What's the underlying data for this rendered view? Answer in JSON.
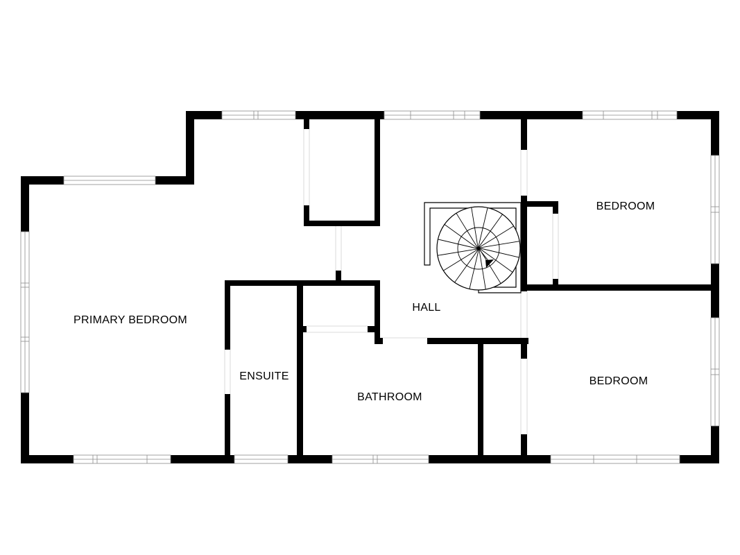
{
  "floor_plan": {
    "rooms": [
      {
        "id": "primary-bedroom",
        "label": "PRIMARY BEDROOM"
      },
      {
        "id": "ensuite",
        "label": "ENSUITE"
      },
      {
        "id": "bathroom",
        "label": "BATHROOM"
      },
      {
        "id": "hall",
        "label": "HALL"
      },
      {
        "id": "bedroom-upper",
        "label": "BEDROOM"
      },
      {
        "id": "bedroom-lower",
        "label": "BEDROOM"
      }
    ],
    "colors": {
      "wall": "#000000",
      "background": "#ffffff",
      "window": "#8a8a8a"
    }
  }
}
